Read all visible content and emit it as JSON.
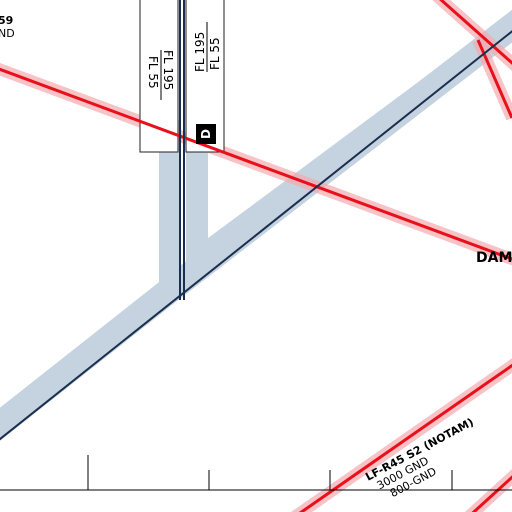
{
  "colors": {
    "background": "#ffffff",
    "airway_band": "#c5d3e0",
    "airway_line": "#1a2f4f",
    "restricted_line": "#e8101a",
    "restricted_band": "#f4aab0",
    "text": "#000000",
    "box_border": "#222222",
    "badge_bg": "#000000",
    "badge_text": "#ffffff"
  },
  "labels": {
    "top_left_code": "59",
    "top_left_sub": "ND",
    "airway_a": {
      "upper": "FL 195",
      "lower": "FL 55"
    },
    "airway_b": {
      "upper": "FL 195",
      "lower": "FL 55"
    },
    "airway_b_badge": "D",
    "waypoint": "DAM",
    "zone_name": "LF-R45 S2 (NOTAM)",
    "zone_upper": "3000 GND",
    "zone_lower": "800-GND"
  }
}
